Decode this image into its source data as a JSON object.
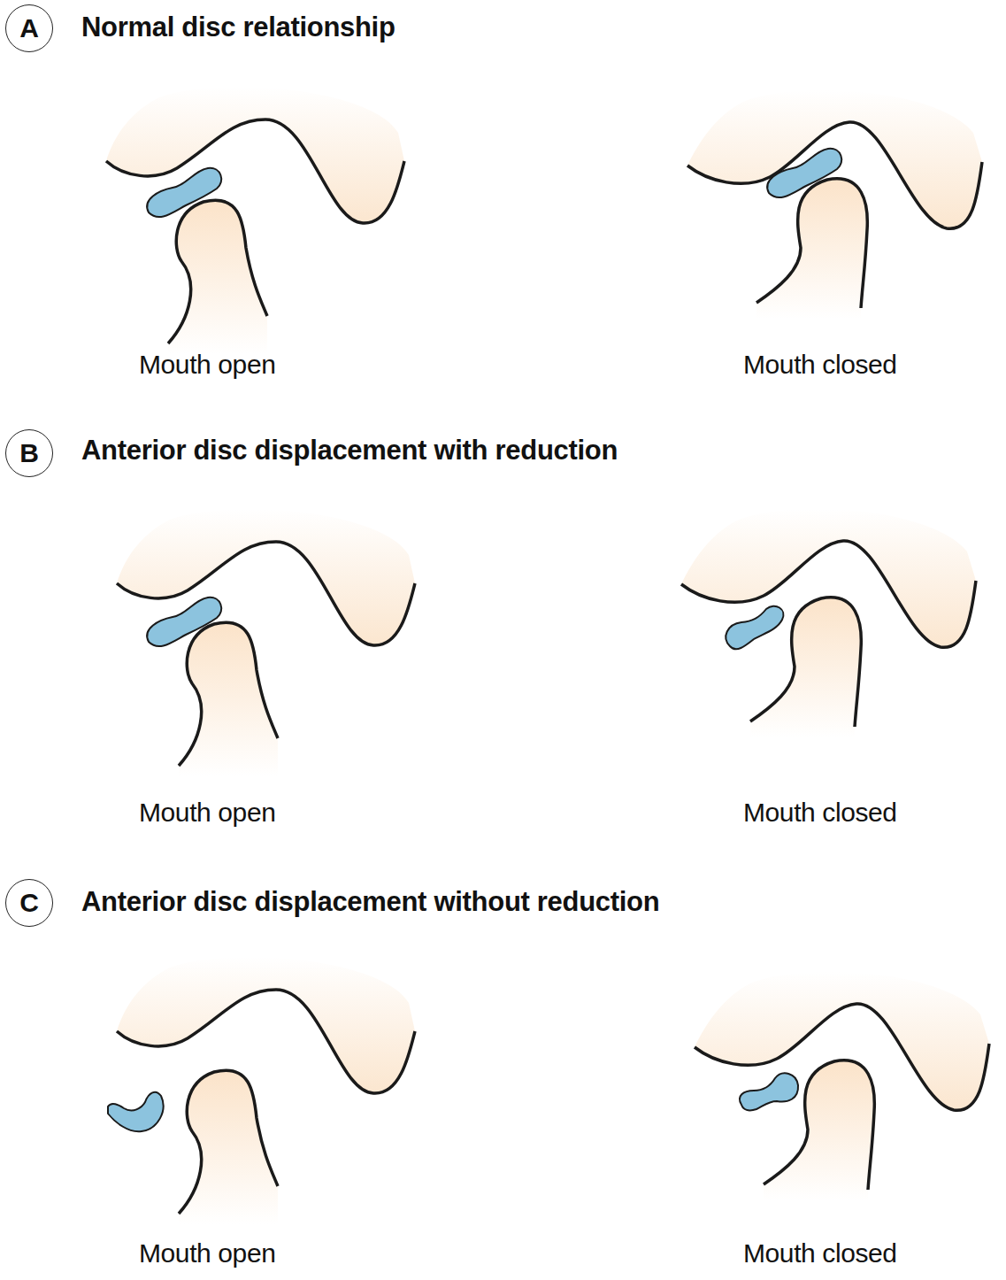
{
  "diagram": {
    "nodes": [
      {
        "text": [
          "A"
        ]
      },
      {
        "text": [
          "B"
        ]
      },
      {
        "text": [
          "C"
        ]
      }
    ],
    "labels": [
      "Normal disc relationship",
      "Mouth open",
      "Mouth closed",
      "Anterior disc displacement with reduction",
      "Mouth open",
      "Mouth closed",
      "Anterior disc displacement without reduction",
      "Mouth open",
      "Mouth closed"
    ]
  }
}
